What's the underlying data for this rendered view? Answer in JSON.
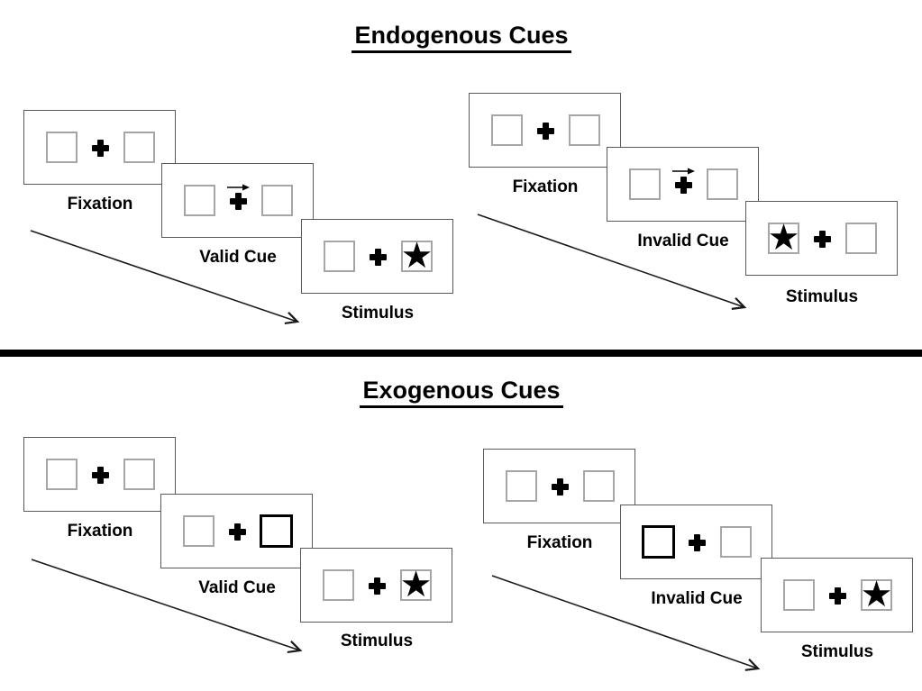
{
  "sections": {
    "endogenous": {
      "title": "Endogenous Cues"
    },
    "exogenous": {
      "title": "Exogenous Cues"
    }
  },
  "sequences": {
    "endo_valid": {
      "fixation_label": "Fixation",
      "cue_label": "Valid Cue",
      "stimulus_label": "Stimulus",
      "cue_type": "central-arrow-right",
      "stimulus_side": "right"
    },
    "endo_invalid": {
      "fixation_label": "Fixation",
      "cue_label": "Invalid Cue",
      "stimulus_label": "Stimulus",
      "cue_type": "central-arrow-right",
      "stimulus_side": "left"
    },
    "exo_valid": {
      "fixation_label": "Fixation",
      "cue_label": "Valid Cue",
      "stimulus_label": "Stimulus",
      "cue_type": "peripheral-bold-right-box",
      "stimulus_side": "right"
    },
    "exo_invalid": {
      "fixation_label": "Fixation",
      "cue_label": "Invalid Cue",
      "stimulus_label": "Stimulus",
      "cue_type": "peripheral-bold-left-box",
      "stimulus_side": "right"
    }
  },
  "glyphs": {
    "star": "★"
  },
  "colors": {
    "ink": "#000000",
    "panel_border": "#595959",
    "square_border": "#a6a6a6",
    "bold_square_border": "#000000",
    "background": "#ffffff"
  }
}
